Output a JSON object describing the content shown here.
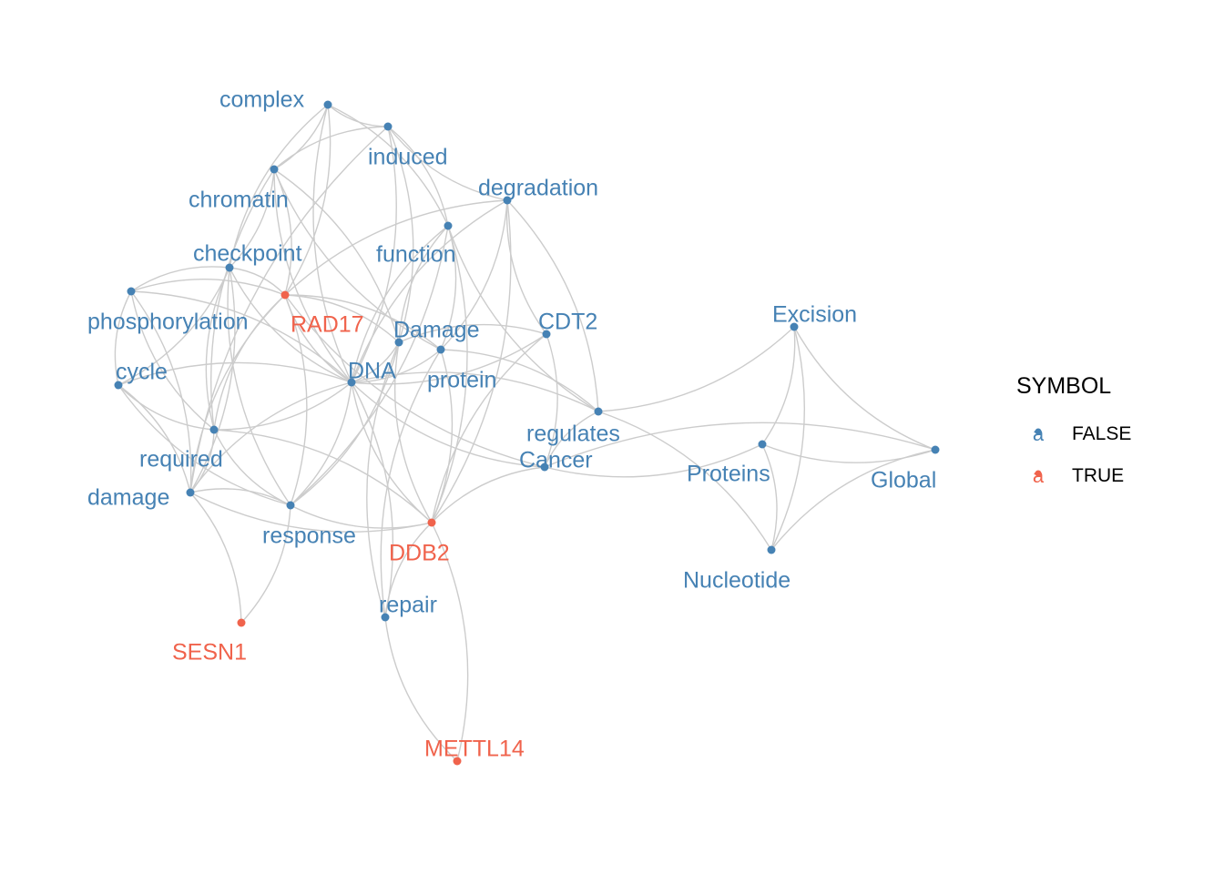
{
  "colors": {
    "false": "#4682B4",
    "true": "#F0634C",
    "edge": "#cccccc"
  },
  "legend": {
    "title": "SYMBOL",
    "items": [
      {
        "label": "FALSE",
        "key": "a",
        "value": false
      },
      {
        "label": "TRUE",
        "key": "a",
        "value": true
      }
    ]
  },
  "nodes": [
    {
      "id": "complex",
      "label": "complex",
      "symbol": false
    },
    {
      "id": "induced",
      "label": "induced",
      "symbol": false
    },
    {
      "id": "chromatin",
      "label": "chromatin",
      "symbol": false
    },
    {
      "id": "degradation",
      "label": "degradation",
      "symbol": false
    },
    {
      "id": "function",
      "label": "function",
      "symbol": false
    },
    {
      "id": "checkpoint",
      "label": "checkpoint",
      "symbol": false
    },
    {
      "id": "phosphorylation",
      "label": "phosphorylation",
      "symbol": false
    },
    {
      "id": "RAD17",
      "label": "RAD17",
      "symbol": true
    },
    {
      "id": "Damage",
      "label": "Damage",
      "symbol": false
    },
    {
      "id": "CDT2",
      "label": "CDT2",
      "symbol": false
    },
    {
      "id": "Excision",
      "label": "Excision",
      "symbol": false
    },
    {
      "id": "cycle",
      "label": "cycle",
      "symbol": false
    },
    {
      "id": "DNA",
      "label": "DNA",
      "symbol": false
    },
    {
      "id": "protein",
      "label": "protein",
      "symbol": false
    },
    {
      "id": "regulates",
      "label": "regulates",
      "symbol": false
    },
    {
      "id": "required",
      "label": "required",
      "symbol": false
    },
    {
      "id": "Cancer",
      "label": "Cancer",
      "symbol": false
    },
    {
      "id": "Proteins",
      "label": "Proteins",
      "symbol": false
    },
    {
      "id": "Global",
      "label": "Global",
      "symbol": false
    },
    {
      "id": "damage",
      "label": "damage",
      "symbol": false
    },
    {
      "id": "response",
      "label": "response",
      "symbol": false
    },
    {
      "id": "DDB2",
      "label": "DDB2",
      "symbol": true
    },
    {
      "id": "Nucleotide",
      "label": "Nucleotide",
      "symbol": false
    },
    {
      "id": "repair",
      "label": "repair",
      "symbol": false
    },
    {
      "id": "SESN1",
      "label": "SESN1",
      "symbol": true
    },
    {
      "id": "METTL14",
      "label": "METTL14",
      "symbol": true
    }
  ],
  "edges": [
    [
      "complex",
      "induced"
    ],
    [
      "complex",
      "chromatin"
    ],
    [
      "complex",
      "DNA"
    ],
    [
      "complex",
      "function"
    ],
    [
      "complex",
      "checkpoint"
    ],
    [
      "complex",
      "RAD17"
    ],
    [
      "induced",
      "chromatin"
    ],
    [
      "induced",
      "DNA"
    ],
    [
      "induced",
      "degradation"
    ],
    [
      "induced",
      "function"
    ],
    [
      "induced",
      "damage"
    ],
    [
      "induced",
      "Damage"
    ],
    [
      "chromatin",
      "DNA"
    ],
    [
      "chromatin",
      "checkpoint"
    ],
    [
      "chromatin",
      "required"
    ],
    [
      "chromatin",
      "Damage"
    ],
    [
      "chromatin",
      "protein"
    ],
    [
      "chromatin",
      "RAD17"
    ],
    [
      "degradation",
      "DNA"
    ],
    [
      "degradation",
      "protein"
    ],
    [
      "degradation",
      "CDT2"
    ],
    [
      "degradation",
      "regulates"
    ],
    [
      "degradation",
      "RAD17"
    ],
    [
      "degradation",
      "DDB2"
    ],
    [
      "function",
      "DNA"
    ],
    [
      "function",
      "protein"
    ],
    [
      "function",
      "Damage"
    ],
    [
      "function",
      "DDB2"
    ],
    [
      "function",
      "regulates"
    ],
    [
      "function",
      "response"
    ],
    [
      "checkpoint",
      "phosphorylation"
    ],
    [
      "checkpoint",
      "RAD17"
    ],
    [
      "checkpoint",
      "DNA"
    ],
    [
      "checkpoint",
      "cycle"
    ],
    [
      "checkpoint",
      "required"
    ],
    [
      "checkpoint",
      "damage"
    ],
    [
      "checkpoint",
      "response"
    ],
    [
      "phosphorylation",
      "RAD17"
    ],
    [
      "phosphorylation",
      "cycle"
    ],
    [
      "phosphorylation",
      "DNA"
    ],
    [
      "phosphorylation",
      "required"
    ],
    [
      "phosphorylation",
      "damage"
    ],
    [
      "RAD17",
      "DNA"
    ],
    [
      "RAD17",
      "Damage"
    ],
    [
      "RAD17",
      "required"
    ],
    [
      "RAD17",
      "response"
    ],
    [
      "RAD17",
      "damage"
    ],
    [
      "RAD17",
      "protein"
    ],
    [
      "RAD17",
      "Cancer"
    ],
    [
      "Damage",
      "DNA"
    ],
    [
      "Damage",
      "DDB2"
    ],
    [
      "Damage",
      "response"
    ],
    [
      "Damage",
      "repair"
    ],
    [
      "CDT2",
      "DNA"
    ],
    [
      "CDT2",
      "DDB2"
    ],
    [
      "CDT2",
      "Cancer"
    ],
    [
      "CDT2",
      "Damage"
    ],
    [
      "cycle",
      "DNA"
    ],
    [
      "cycle",
      "required"
    ],
    [
      "cycle",
      "damage"
    ],
    [
      "cycle",
      "response"
    ],
    [
      "DNA",
      "required"
    ],
    [
      "DNA",
      "damage"
    ],
    [
      "DNA",
      "response"
    ],
    [
      "DNA",
      "DDB2"
    ],
    [
      "DNA",
      "repair"
    ],
    [
      "DNA",
      "Cancer"
    ],
    [
      "DNA",
      "regulates"
    ],
    [
      "DNA",
      "protein"
    ],
    [
      "protein",
      "DDB2"
    ],
    [
      "protein",
      "repair"
    ],
    [
      "protein",
      "regulates"
    ],
    [
      "regulates",
      "Excision"
    ],
    [
      "regulates",
      "Nucleotide"
    ],
    [
      "regulates",
      "Cancer"
    ],
    [
      "required",
      "damage"
    ],
    [
      "required",
      "response"
    ],
    [
      "required",
      "DDB2"
    ],
    [
      "Cancer",
      "Proteins"
    ],
    [
      "Cancer",
      "Global"
    ],
    [
      "Cancer",
      "DDB2"
    ],
    [
      "Excision",
      "Proteins"
    ],
    [
      "Excision",
      "Global"
    ],
    [
      "Excision",
      "Nucleotide"
    ],
    [
      "Proteins",
      "Global"
    ],
    [
      "Proteins",
      "Nucleotide"
    ],
    [
      "Global",
      "Nucleotide"
    ],
    [
      "damage",
      "response"
    ],
    [
      "damage",
      "DDB2"
    ],
    [
      "damage",
      "SESN1"
    ],
    [
      "response",
      "DDB2"
    ],
    [
      "response",
      "SESN1"
    ],
    [
      "DDB2",
      "repair"
    ],
    [
      "DDB2",
      "METTL14"
    ],
    [
      "repair",
      "METTL14"
    ]
  ]
}
